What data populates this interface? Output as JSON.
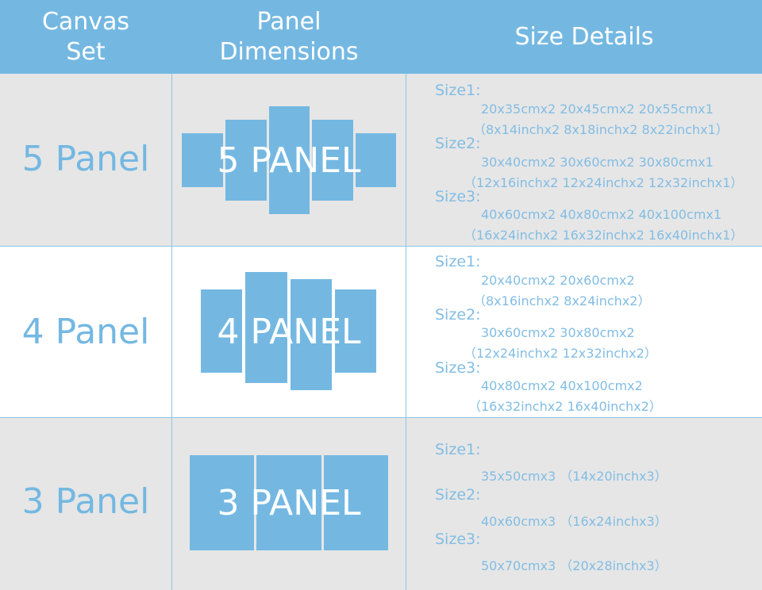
{
  "header": {
    "col1": "Canvas\nSet",
    "col2": "Panel\nDimensions",
    "col3": "Size Details"
  },
  "rows": [
    {
      "set": "5 Panel",
      "graphic_label": "5 PANEL",
      "sizes": [
        {
          "title": "Size1:",
          "cm": "20x35cmx2 20x45cmx2 20x55cmx1",
          "inch": "（8x14inchx2 8x18inchx2 8x22inchx1）"
        },
        {
          "title": "Size2:",
          "cm": "30x40cmx2 30x60cmx2 30x80cmx1",
          "inch": "（12x16inchx2 12x24inchx2 12x32inchx1）"
        },
        {
          "title": "Size3:",
          "cm": "40x60cmx2 40x80cmx2 40x100cmx1",
          "inch": "（16x24inchx2 16x32inchx2 16x40inchx1）"
        }
      ]
    },
    {
      "set": "4 Panel",
      "graphic_label": "4 PANEL",
      "sizes": [
        {
          "title": "Size1:",
          "cm": "20x40cmx2 20x60cmx2",
          "inch": "（8x16inchx2 8x24inchx2）"
        },
        {
          "title": "Size2:",
          "cm": "30x60cmx2 30x80cmx2",
          "inch": "（12x24inchx2 12x32inchx2）"
        },
        {
          "title": "Size3:",
          "cm": "40x80cmx2 40x100cmx2",
          "inch": "（16x32inchx2 16x40inchx2）"
        }
      ]
    },
    {
      "set": "3 Panel",
      "graphic_label": "3 PANEL",
      "sizes": [
        {
          "title": "Size1:",
          "line": "35x50cmx3 （14x20inchx3）"
        },
        {
          "title": "Size2:",
          "line": "40x60cmx3 （16x24inchx3）"
        },
        {
          "title": "Size3:",
          "line": "50x70cmx3 （20x28inchx3）"
        }
      ]
    }
  ],
  "colors": {
    "accent": "#74b8e2",
    "row_grey": "#e6e6e6",
    "text_light": "#82bde4",
    "header_text": "#ffffff"
  }
}
